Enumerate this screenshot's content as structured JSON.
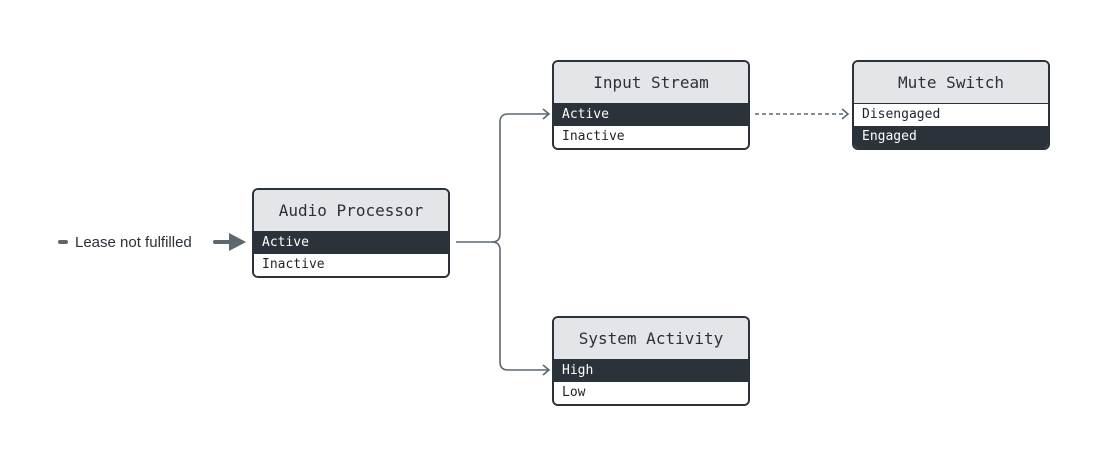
{
  "input": {
    "label": "Lease not fulfilled"
  },
  "nodes": [
    {
      "id": "audio-processor",
      "title": "Audio Processor",
      "states": [
        "Active",
        "Inactive"
      ],
      "selected": "Active"
    },
    {
      "id": "input-stream",
      "title": "Input Stream",
      "states": [
        "Active",
        "Inactive"
      ],
      "selected": "Active"
    },
    {
      "id": "mute-switch",
      "title": "Mute Switch",
      "states": [
        "Disengaged",
        "Engaged"
      ],
      "selected": "Engaged"
    },
    {
      "id": "system-activity",
      "title": "System Activity",
      "states": [
        "High",
        "Low"
      ],
      "selected": "High"
    }
  ],
  "edges": [
    {
      "from": "audio-processor",
      "to": "input-stream",
      "style": "solid"
    },
    {
      "from": "audio-processor",
      "to": "system-activity",
      "style": "solid"
    },
    {
      "from": "input-stream",
      "to": "mute-switch",
      "style": "dashed"
    }
  ],
  "colors": {
    "header_bg": "#e3e5e8",
    "selected_bg": "#2b3239",
    "border": "#2b3239",
    "line": "#5c6770"
  }
}
